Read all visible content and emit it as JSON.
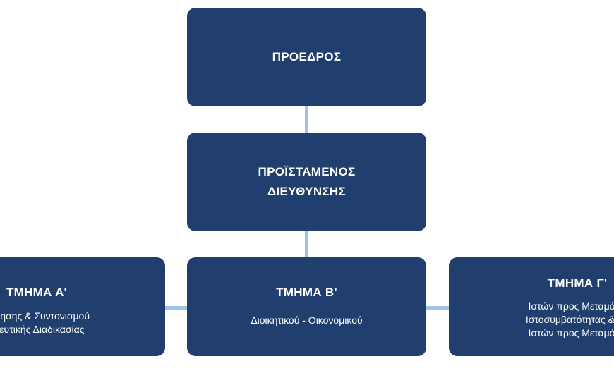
{
  "president": {
    "title": "ΠΡΟΕΔΡΟΣ"
  },
  "director": {
    "line1": "ΠΡΟΪΣΤΑΜΕΝΟΣ",
    "line2": "ΔΙΕΥΘΥΝΣΗΣ"
  },
  "departments": [
    {
      "title": "ΤΜΗΜΑ Α'",
      "lines": [
        "ούθησης & Συντονισμού",
        "οχευτικής Διαδικασίας"
      ]
    },
    {
      "title": "ΤΜΗΜΑ Β'",
      "lines": [
        "Διοικητικού - Οικονομικού"
      ]
    },
    {
      "title": "ΤΜΗΜΑ Γ'",
      "lines": [
        "Ιστών προς Μεταμόσχ",
        "Ιστοσυμβατότητας & Τρ",
        "Ιστών προς Μεταμόσχ"
      ]
    }
  ],
  "colors": {
    "box": "#213f6e",
    "connector": "#9fc3ea",
    "text": "#ffffff"
  }
}
